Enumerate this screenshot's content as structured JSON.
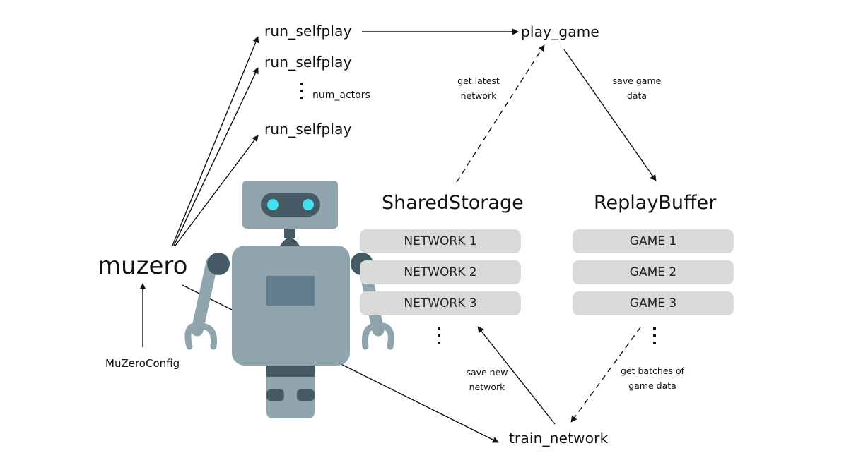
{
  "colors": {
    "line": "#111111",
    "box_fill": "#d9d9d9",
    "robot_body": "#90a4ae",
    "robot_dark": "#455a64",
    "robot_mid": "#607d8b",
    "robot_eye": "#40e0f0"
  },
  "icons": {
    "robot": "robot-illustration"
  },
  "nodes": {
    "selfplay_1": "run_selfplay",
    "selfplay_2": "run_selfplay",
    "selfplay_3": "run_selfplay",
    "num_actors": "num_actors",
    "play_game": "play_game",
    "muzero": "muzero",
    "config": "MuZeroConfig",
    "train_network": "train_network"
  },
  "shared_storage": {
    "title": "SharedStorage",
    "items": [
      "NETWORK 1",
      "NETWORK 2",
      "NETWORK 3"
    ]
  },
  "replay_buffer": {
    "title": "ReplayBuffer",
    "items": [
      "GAME 1",
      "GAME 2",
      "GAME 3"
    ]
  },
  "edge_labels": {
    "get_latest": "get latest\nnetwork",
    "save_game": "save game\ndata",
    "save_network": "save new\nnetwork",
    "get_batches": "get batches of\ngame data"
  }
}
